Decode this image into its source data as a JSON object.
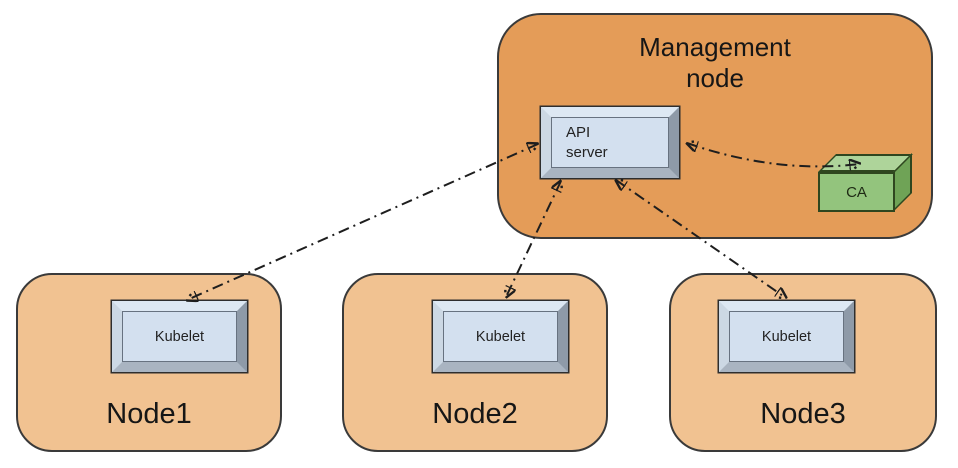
{
  "diagram": {
    "management_node": {
      "label": "Management\nnode",
      "api_server_label": "API\nserver",
      "ca_label": "CA"
    },
    "nodes": [
      {
        "label": "Node1",
        "component_label": "Kubelet"
      },
      {
        "label": "Node2",
        "component_label": "Kubelet"
      },
      {
        "label": "Node3",
        "component_label": "Kubelet"
      }
    ],
    "connections": [
      {
        "from": "api-server",
        "to": "kubelet-node1",
        "line_style": "dash-dot",
        "bidirectional": true
      },
      {
        "from": "api-server",
        "to": "kubelet-node2",
        "line_style": "dash-dot",
        "bidirectional": true
      },
      {
        "from": "api-server",
        "to": "kubelet-node3",
        "line_style": "dash-dot",
        "bidirectional": true
      },
      {
        "from": "api-server",
        "to": "ca",
        "line_style": "dash-dot",
        "bidirectional": true
      }
    ],
    "colors": {
      "management_node_fill": "#e49c58",
      "worker_node_fill": "#f1c291",
      "component_box_fill": "#d3e0ef",
      "ca_front_fill": "#93c47d",
      "ca_top_fill": "#aed49a",
      "ca_side_fill": "#6fa356",
      "outline": "#3a3a3a",
      "connector": "#1e1e1e"
    }
  }
}
